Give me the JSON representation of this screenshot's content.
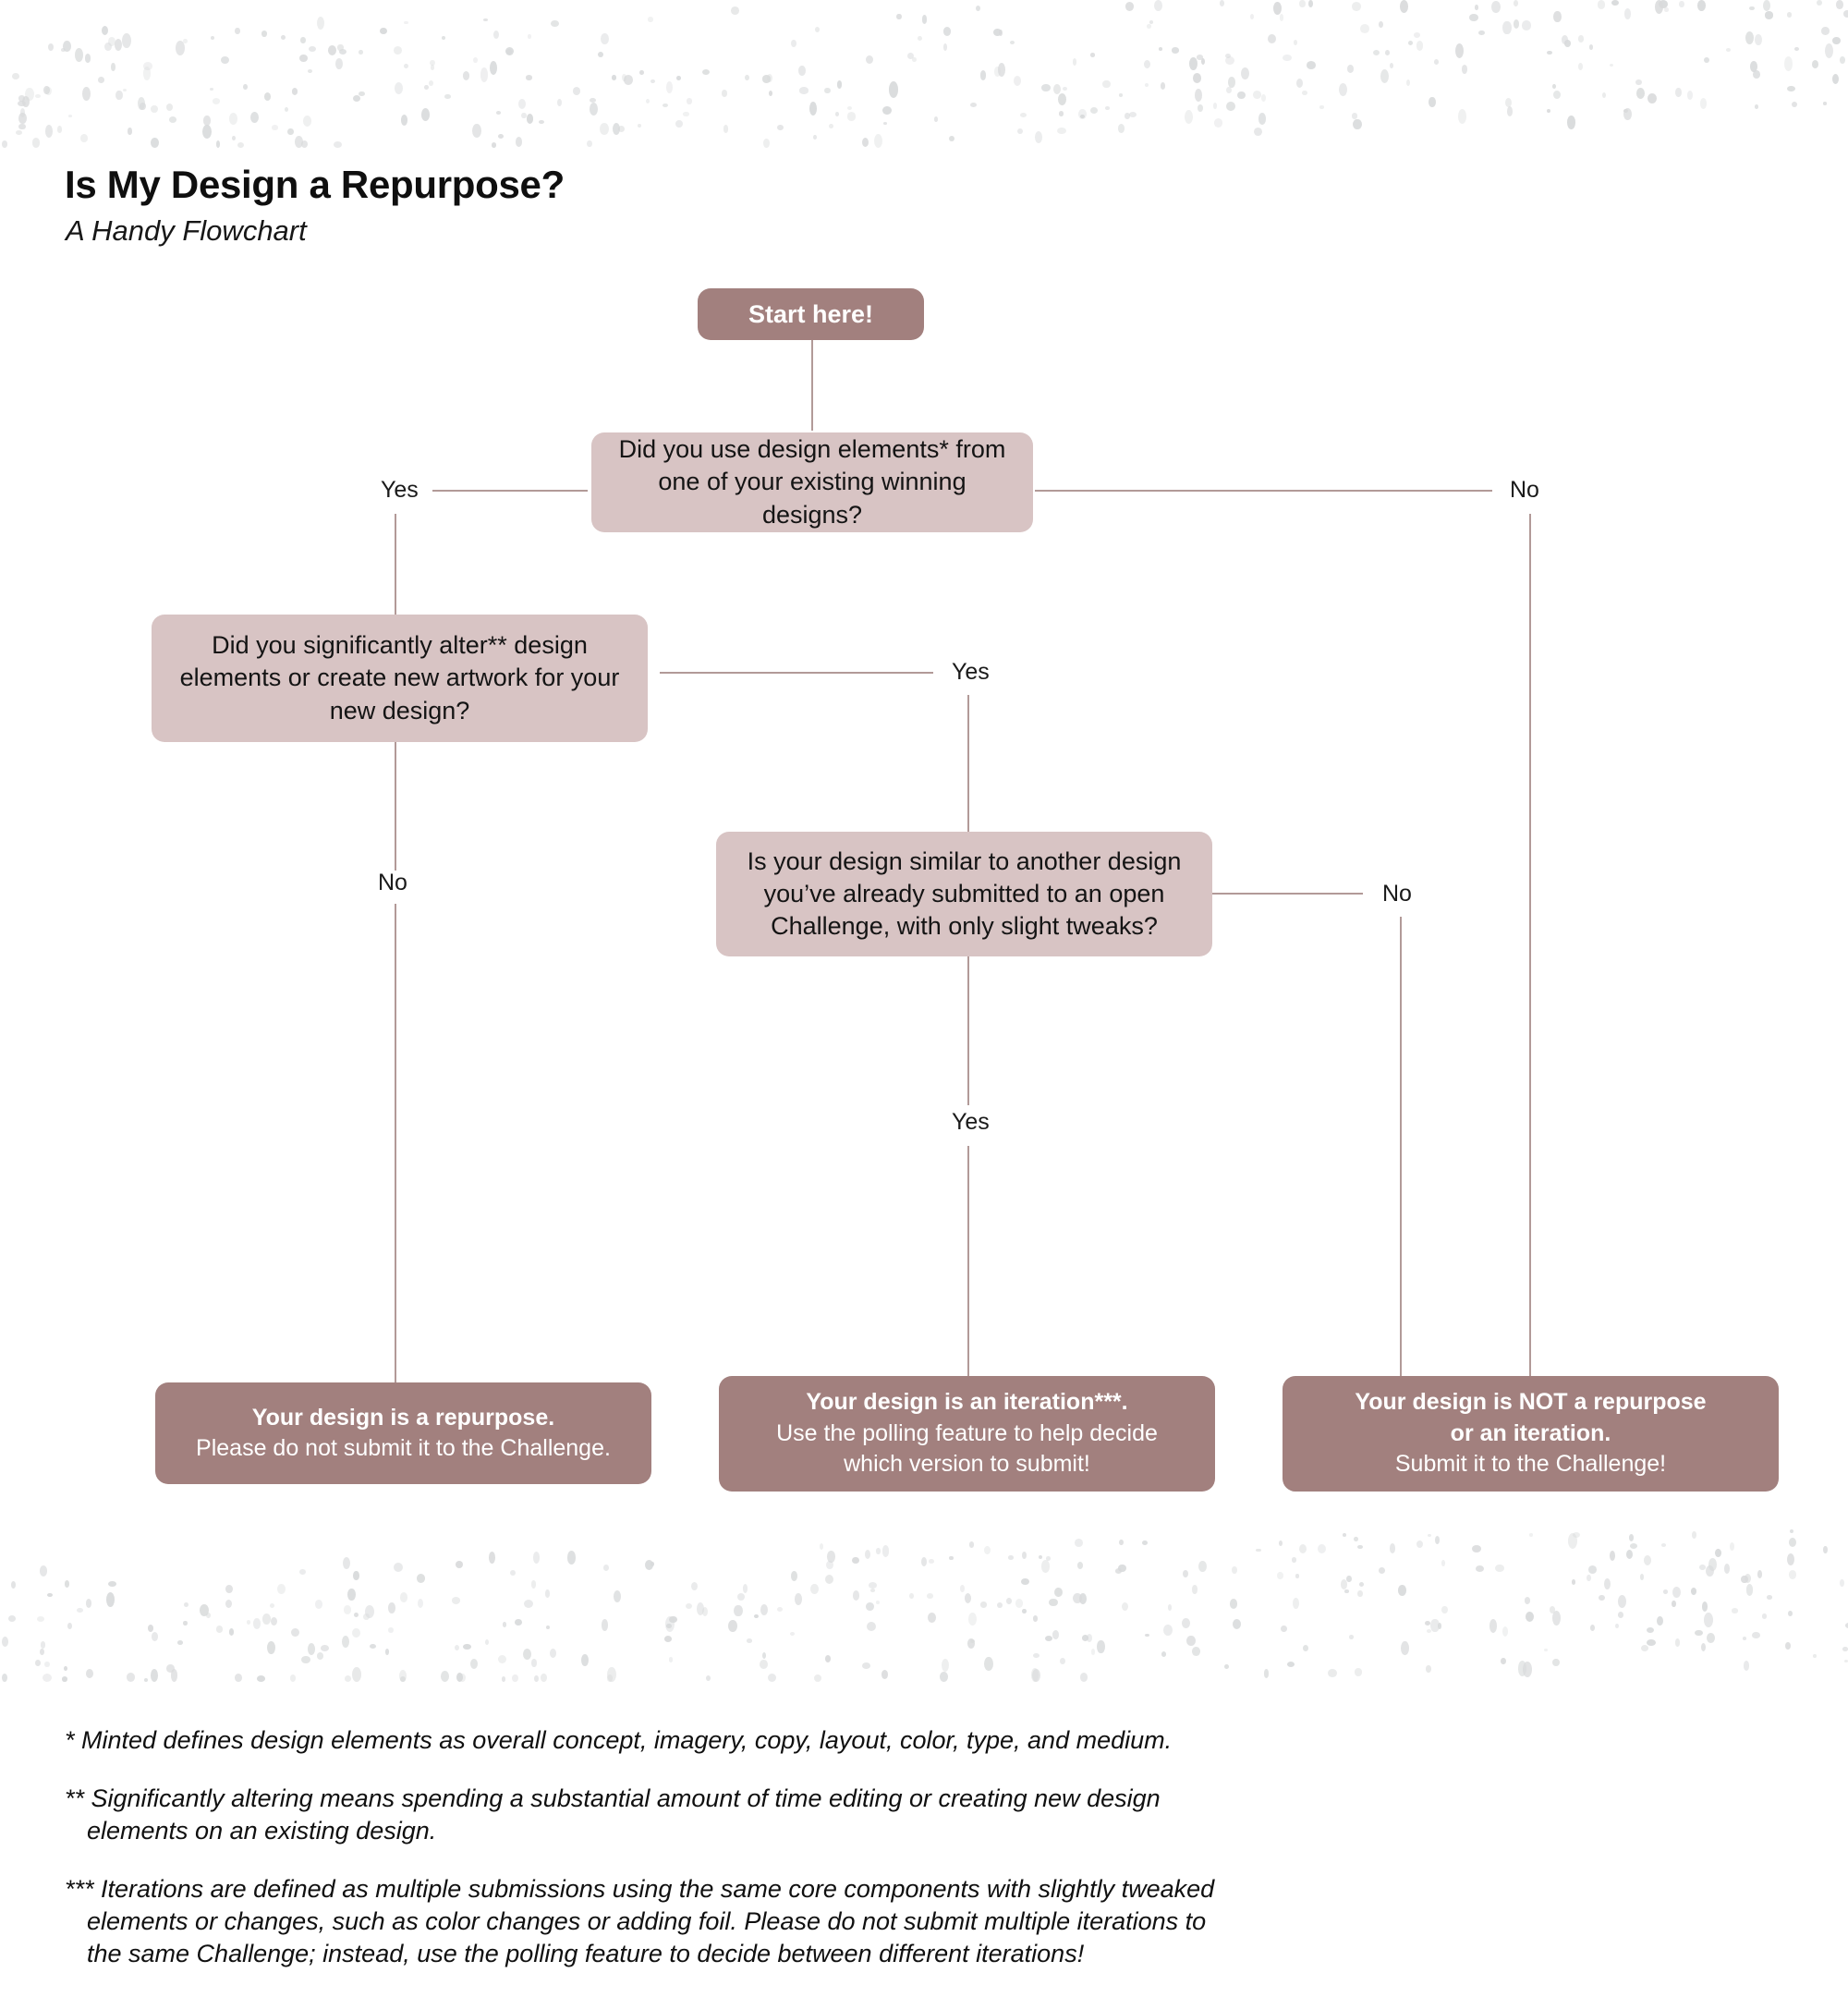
{
  "header": {
    "title": "Is My Design a Repurpose?",
    "subtitle": "A Handy Flowchart"
  },
  "colors": {
    "node_dark": "#a2807e",
    "node_light": "#d8c4c4",
    "connector": "#b29a98",
    "text_dark": "#141414",
    "text_light": "#ffffff",
    "dots": "#d8dadb",
    "background": "#ffffff"
  },
  "flow": {
    "start": {
      "label": "Start here!"
    },
    "questions": [
      {
        "id": "q1",
        "line1": "Did you use design elements*  from",
        "line2": "one of your existing winning designs?"
      },
      {
        "id": "q2",
        "line1": "Did you significantly alter** design",
        "line2": "elements or create new artwork for your",
        "line3": "new design?"
      },
      {
        "id": "q3",
        "line1": "Is your design similar to another design",
        "line2": "you’ve already submitted  to an open",
        "line3": "Challenge, with only slight tweaks?"
      }
    ],
    "edge_labels": {
      "q1_yes": "Yes",
      "q1_no": "No",
      "q2_yes": "Yes",
      "q2_no": "No",
      "q3_yes": "Yes",
      "q3_no": "No"
    },
    "outcomes": [
      {
        "id": "outcome-repurpose",
        "bold_lines": [
          "Your design is a repurpose."
        ],
        "normal_lines": [
          "Please do not submit it to the Challenge."
        ]
      },
      {
        "id": "outcome-iteration",
        "bold_lines": [
          "Your design is an iteration***."
        ],
        "normal_lines": [
          "Use the polling feature to help decide",
          "which version to submit!"
        ]
      },
      {
        "id": "outcome-not-repurpose",
        "bold_lines": [
          "Your design is NOT a repurpose",
          "or an iteration."
        ],
        "normal_lines": [
          "Submit it to the Challenge!"
        ]
      }
    ]
  },
  "footnotes": [
    {
      "marker": "*",
      "line1": "* Minted defines design elements as overall concept, imagery, copy, layout, color, type, and medium.",
      "line2": "",
      "line3": ""
    },
    {
      "marker": "**",
      "line1": "** Significantly altering means spending a substantial amount of time editing or creating new design",
      "line2": "elements on an existing design.",
      "line3": ""
    },
    {
      "marker": "***",
      "line1": "*** Iterations are defined as multiple submissions using the same core components with slightly tweaked",
      "line2": "elements or changes, such as color changes or adding foil.  Please do not submit multiple iterations to",
      "line3": "the same Challenge; instead, use the polling feature to decide between different iterations!"
    }
  ]
}
